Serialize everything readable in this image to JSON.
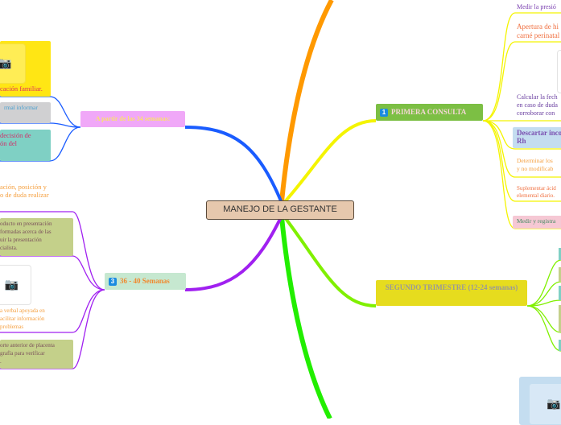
{
  "central": {
    "label": "MANEJO DE LA GESTANTE"
  },
  "branches": {
    "primera": {
      "number": "1",
      "label": "PRIMERA CONSULTA",
      "color": "#f4f400",
      "children": [
        "Medir la presió",
        "Apertura de hi",
        "carné perinatal",
        "Calcular la fech",
        "en caso de duda",
        "corroborar con",
        "Descartar inco",
        "Rh",
        "Determinar los",
        "y no modificab",
        "Suplementar ácid",
        "elemental diario.",
        "Medir y registra"
      ]
    },
    "segundo": {
      "label": "SEGUNDO TRIMESTRE (12-24 semanas)",
      "color": "#80f000"
    },
    "semanas34": {
      "label": "A partir de las 34 semanas:",
      "color": "#1a5cff",
      "children": [
        "cación familiar.",
        "rmal informar",
        "decisión de",
        "ón del"
      ]
    },
    "semanas36": {
      "number": "3",
      "label": "36 - 40 Semanas",
      "color": "#a020f0",
      "children": [
        "ación, posición y",
        "o de duda realizar",
        "oducto en presentación",
        "formadas acerca de las",
        "uir la presentación",
        "cialista.",
        "a verbal apoyada en",
        "acilitar información",
        "problemas",
        "orte anterior de placenta",
        "grafía para verificar",
        "."
      ]
    }
  },
  "icons": {
    "camera": "📷"
  }
}
